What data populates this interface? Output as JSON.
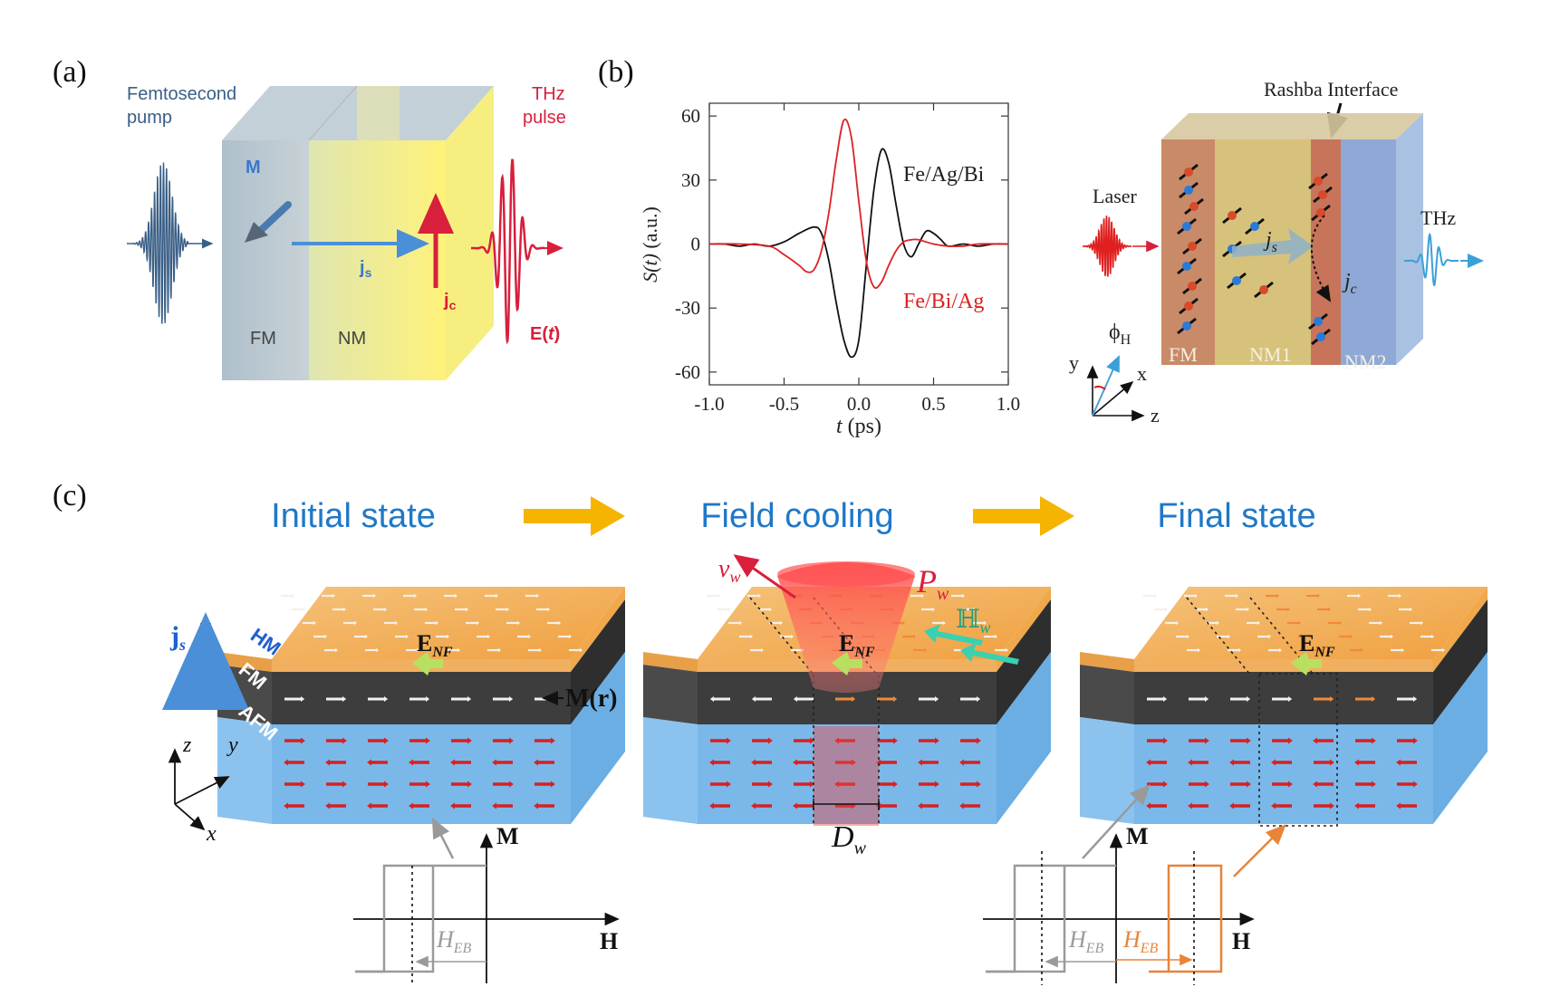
{
  "panel_a": {
    "label": "(a)",
    "pump_label_1": "Femtosecond",
    "pump_label_2": "pump",
    "thz_label_1": "THz",
    "thz_label_2": "pulse",
    "m_label": "M",
    "js_label": "j",
    "js_sub": "s",
    "jc_label": "j",
    "jc_sub": "c",
    "fm_label": "FM",
    "nm_label": "NM",
    "e_label": "E(",
    "e_t": "t",
    "e_close": ")"
  },
  "panel_b": {
    "label": "(b)",
    "rashba_label": "Rashba Interface",
    "laser_label": "Laser",
    "thz_label": "THz",
    "js_label": "j",
    "js_sub": "s",
    "jc_label": "j",
    "jc_sub": "c",
    "phi_label": "ϕ",
    "phi_sub": "H",
    "axis_y": "y",
    "axis_x": "x",
    "axis_z": "z",
    "fm_label": "FM",
    "nm1_label": "NM1",
    "nm2_label": "NM2",
    "chart_data": {
      "type": "line",
      "xlabel_main": "t",
      "xlabel_unit": " (ps)",
      "ylabel_main": "S(t)",
      "ylabel_unit": " (a.u.)",
      "xlim": [
        -1.0,
        1.0
      ],
      "ylim": [
        -66,
        66
      ],
      "xticks": [
        -1.0,
        -0.5,
        0.0,
        0.5,
        1.0
      ],
      "xtick_labels": [
        "-1.0",
        "-0.5",
        "0.0",
        "0.5",
        "1.0"
      ],
      "yticks": [
        -60,
        -30,
        0,
        30,
        60
      ],
      "ytick_labels": [
        "-60",
        "-30",
        "0",
        "30",
        "60"
      ],
      "series": [
        {
          "name": "Fe/Ag/Bi",
          "color": "#111111",
          "x": [
            -1.0,
            -0.9,
            -0.8,
            -0.7,
            -0.6,
            -0.5,
            -0.4,
            -0.3,
            -0.25,
            -0.2,
            -0.15,
            -0.1,
            -0.05,
            0.0,
            0.05,
            0.1,
            0.15,
            0.2,
            0.25,
            0.3,
            0.35,
            0.4,
            0.45,
            0.5,
            0.55,
            0.6,
            0.7,
            0.8,
            0.9,
            1.0
          ],
          "y": [
            0,
            0,
            -1,
            0,
            -1,
            1,
            5,
            8,
            5,
            -8,
            -28,
            -45,
            -53,
            -45,
            -10,
            25,
            44,
            38,
            18,
            0,
            -6,
            0,
            6,
            5,
            2,
            -1,
            0,
            -1,
            0,
            0
          ]
        },
        {
          "name": "Fe/Bi/Ag",
          "color": "#dd2222",
          "x": [
            -1.0,
            -0.8,
            -0.6,
            -0.5,
            -0.4,
            -0.35,
            -0.3,
            -0.25,
            -0.2,
            -0.15,
            -0.1,
            -0.05,
            0.0,
            0.05,
            0.1,
            0.15,
            0.2,
            0.25,
            0.3,
            0.35,
            0.4,
            0.5,
            0.6,
            0.7,
            0.8,
            1.0
          ],
          "y": [
            0,
            0,
            -1,
            -5,
            -10,
            -13,
            -12,
            -3,
            15,
            40,
            58,
            50,
            20,
            -8,
            -20,
            -18,
            -10,
            -3,
            1,
            2,
            2,
            0,
            -1,
            -1,
            0,
            0
          ]
        }
      ]
    }
  },
  "panel_c": {
    "label": "(c)",
    "stage_1": "Initial state",
    "stage_2": "Field cooling",
    "stage_3": "Final state",
    "js_label": "j",
    "js_sub": "s",
    "hm_label": "HM",
    "fm_label": "FM",
    "afm_label": "AFM",
    "mr_label": "M(r)",
    "enf_1": "E",
    "enf_1_sub": "NF",
    "enf_2": "E",
    "enf_2_sub": "NF",
    "enf_3": "E",
    "enf_3_sub": "NF",
    "vw_label": "v",
    "vw_sub": "w",
    "pw_label": "P",
    "pw_sub": "w",
    "hw_label": "ℍ",
    "hw_sub": "w",
    "dw_label": "D",
    "dw_sub": "w",
    "axis_z": "z",
    "axis_y": "y",
    "axis_x": "x",
    "loop1_m": "M",
    "loop1_h": "H",
    "loop1_heb": "H",
    "loop1_heb_sub": "EB",
    "loop2_m": "M",
    "loop2_h": "H",
    "loop2_heb_a": "H",
    "loop2_heb_a_sub": "EB",
    "loop2_heb_b": "H",
    "loop2_heb_b_sub": "EB"
  },
  "colors": {
    "blue_text": "#1f78c8",
    "red": "#dd2222",
    "orange": "#f3a23a",
    "gold_arrow": "#f5b400",
    "afm_blue": "#7ab8ea",
    "fm_dark": "#3d3d3d",
    "grey_loop": "#9a9a9a",
    "orange_loop": "#e8843a"
  }
}
